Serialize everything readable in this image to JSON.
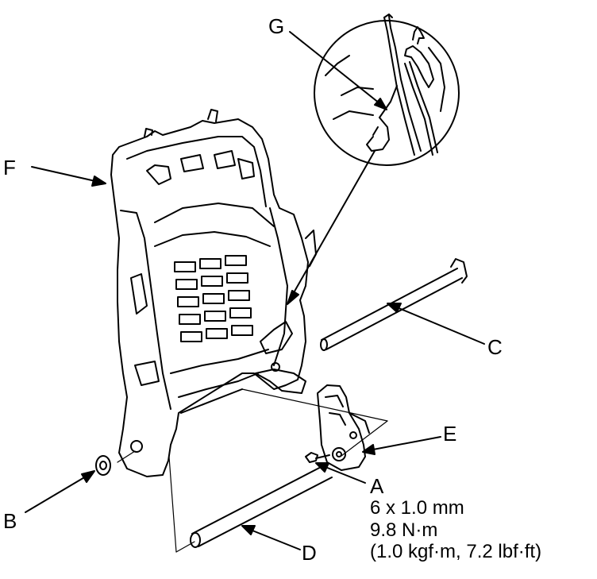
{
  "callouts": {
    "a": "A",
    "b": "B",
    "c": "C",
    "d": "D",
    "e": "E",
    "f": "F",
    "g": "G"
  },
  "spec_a": {
    "size": "6 x 1.0 mm",
    "torque_nm": "9.8 N·m",
    "torque_alt": "(1.0 kgf·m, 7.2 lbf·ft)"
  }
}
